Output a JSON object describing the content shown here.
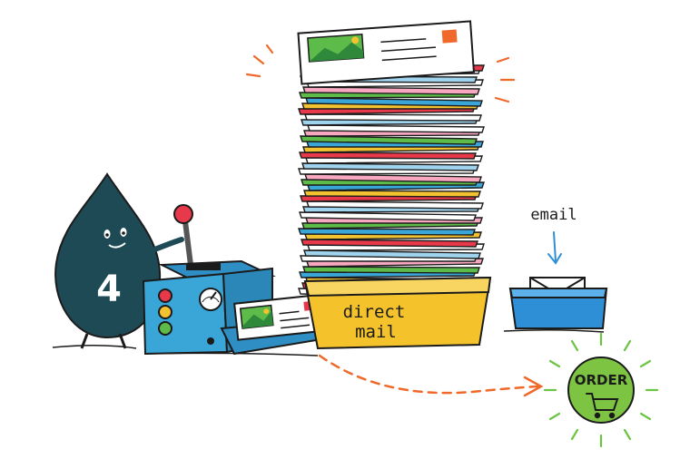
{
  "labels": {
    "mascot_number": "4",
    "tray_label_line1": "direct",
    "tray_label_line2": "mail",
    "email_label": "email",
    "order_label": "ORDER"
  },
  "colors": {
    "ink": "#1b1b1b",
    "mascot": "#1e4a55",
    "machine": "#3aa6d8",
    "tray": "#f4c22b",
    "email_tray": "#2f8fd6",
    "order_badge": "#7cc441",
    "arrow": "#f0692a",
    "burst": "#6cc443",
    "red": "#e8394a",
    "yellow": "#f2c230",
    "green": "#5dbb4a"
  },
  "icons": {
    "mascot": "ink-drop-mascot-icon",
    "machine": "printing-machine-icon",
    "cart": "shopping-cart-icon",
    "envelope": "envelope-icon"
  }
}
